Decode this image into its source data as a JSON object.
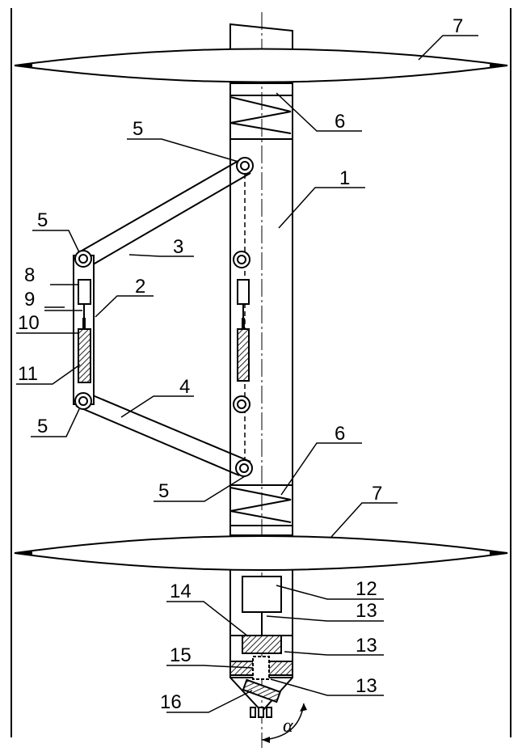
{
  "labels": {
    "l1": "1",
    "l2": "2",
    "l3": "3",
    "l4": "4",
    "l5a": "5",
    "l5b": "5",
    "l5c": "5",
    "l5d": "5",
    "l6a": "6",
    "l6b": "6",
    "l7a": "7",
    "l7b": "7",
    "l8": "8",
    "l9": "9",
    "l10": "10",
    "l11": "11",
    "l12": "12",
    "l13a": "13",
    "l13b": "13",
    "l13c": "13",
    "l14": "14",
    "l15": "15",
    "l16": "16",
    "alpha": "α"
  },
  "colors": {
    "ink": "#000000",
    "hatch": "#333333",
    "paper": "#ffffff"
  }
}
